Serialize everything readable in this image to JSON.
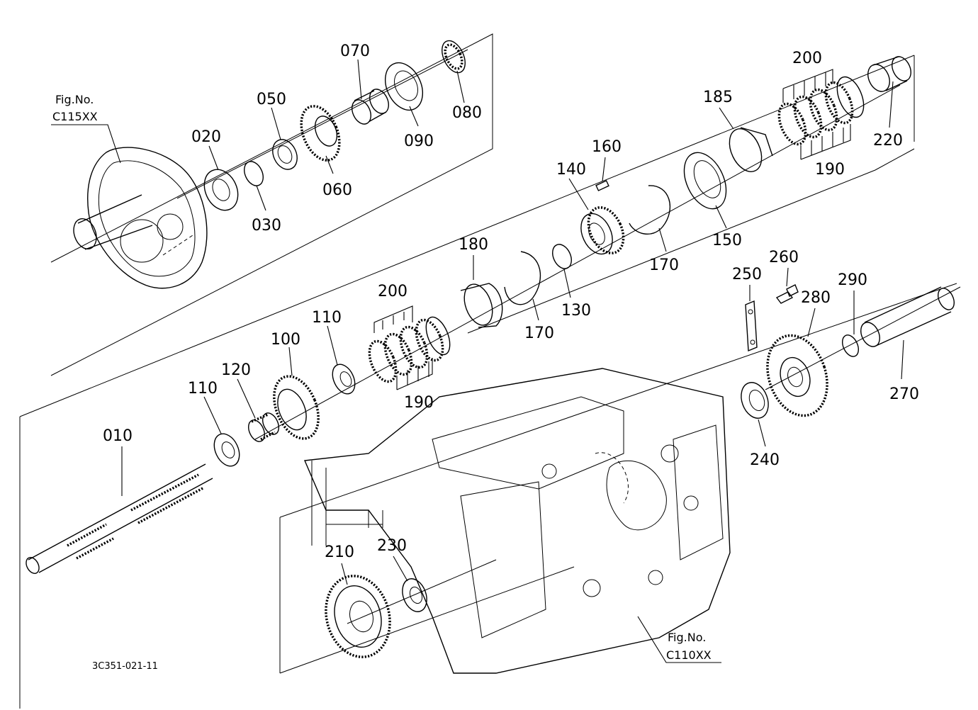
{
  "diagram": {
    "drawing_code": "3C351-021-11",
    "fig_refs": [
      {
        "prefix": "Fig.No.",
        "code": "C115XX"
      },
      {
        "prefix": "Fig.No.",
        "code": "C110XX"
      }
    ],
    "labels": {
      "p010": "010",
      "p020": "020",
      "p030": "030",
      "p050": "050",
      "p060": "060",
      "p070": "070",
      "p080": "080",
      "p090": "090",
      "p100": "100",
      "p110a": "110",
      "p110b": "110",
      "p120": "120",
      "p130": "130",
      "p140": "140",
      "p150": "150",
      "p160": "160",
      "p170a": "170",
      "p170b": "170",
      "p180": "180",
      "p185": "185",
      "p190a": "190",
      "p190b": "190",
      "p200a": "200",
      "p200b": "200",
      "p210": "210",
      "p220": "220",
      "p230": "230",
      "p240": "240",
      "p250": "250",
      "p260": "260",
      "p270": "270",
      "p280": "280",
      "p290": "290"
    }
  }
}
